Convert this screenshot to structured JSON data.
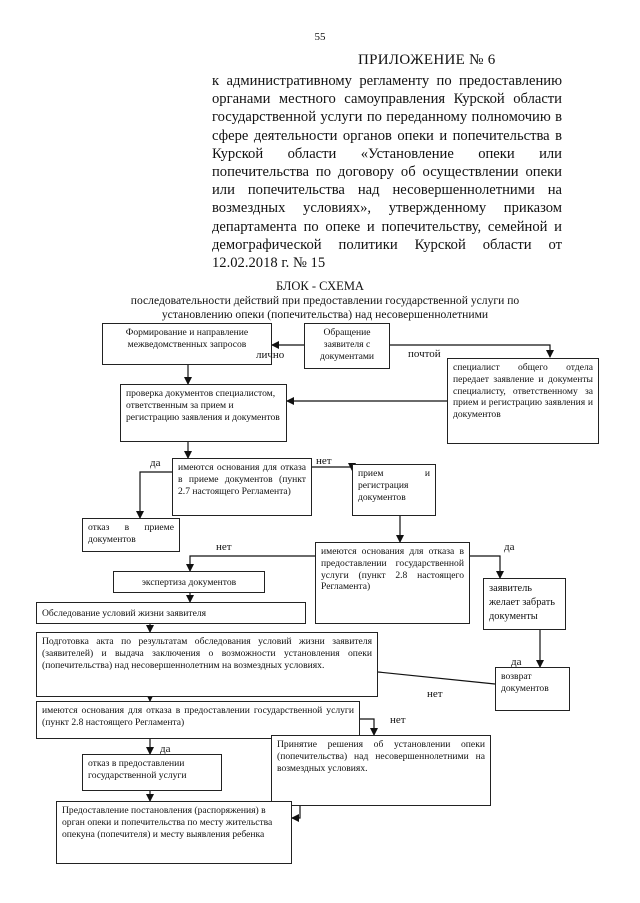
{
  "page": {
    "number": "55",
    "appendix_title": "ПРИЛОЖЕНИЕ № 6",
    "appendix_body": "к административному регламенту по предоставлению органами местного самоуправления Курской области государственной услуги по переданному полномочию в сфере деятельности органов опеки и попечительства в Курской области «Установление опеки или попечительства по договору об осуществлении опеки или попечительства над несовершеннолетними на возмездных условиях», утвержденному приказом департамента по опеке и попечительству, семейной и демографической политики Курской области от 12.02.2018 г. № 15"
  },
  "scheme": {
    "title": "БЛОК - СХЕМА",
    "subtitle": "последовательности действий при предоставлении государственной услуги по установлению опеки (попечительства) над несовершеннолетними",
    "boxes": {
      "interagency": "Формирование и направление межведомственных запросов",
      "application": "Обращение заявителя с документами",
      "general_dept": "специалист общего отдела передает заявление и документы специалисту, ответственному за прием и регистрацию заявления и документов",
      "doc_check": "проверка документов специалистом, ответственным за прием и регистрацию заявления и документов",
      "refusal_grounds": "имеются основания для отказа в приеме документов (пункт 2.7 настоящего Регламента)",
      "reception": "прием и регистрация документов",
      "refusal_reception": "отказ в приеме документов",
      "service_refusal_grounds": "имеются основания для отказа в предоставлении государственной услуги (пункт 2.8 настоящего Регламента)",
      "expertise": "экспертиза документов",
      "wants_back": "заявитель желает забрать документы",
      "inspection": "Обследование условий жизни заявителя",
      "act_preparation": "Подготовка акта по результатам обследования условий жизни заявителя (заявителей) и выдача заключения о возможности установления опеки (попечительства) над несовершеннолетним на возмездных условиях.",
      "return_docs": "возврат документов",
      "service_refusal_grounds_2": "имеются основания для отказа в предоставлении государственной услуги (пункт 2.8 настоящего Регламента)",
      "service_refusal": "отказ в предоставлении государственной услуги",
      "decision": "Принятие решения об установлении опеки (попечительства) над несовершеннолетними на возмездных условиях.",
      "resolution": "Предоставление постановления (распоряжения) в орган опеки и попечительства по месту жительства опекуна (попечителя) и месту выявления ребенка"
    },
    "labels": {
      "in_person": "лично",
      "by_mail": "почтой",
      "yes_1": "да",
      "no_1": "нет",
      "no_2": "нет",
      "yes_2": "да",
      "yes_3": "да",
      "no_3": "нет",
      "no_4": "нет",
      "yes_4": "да"
    }
  }
}
